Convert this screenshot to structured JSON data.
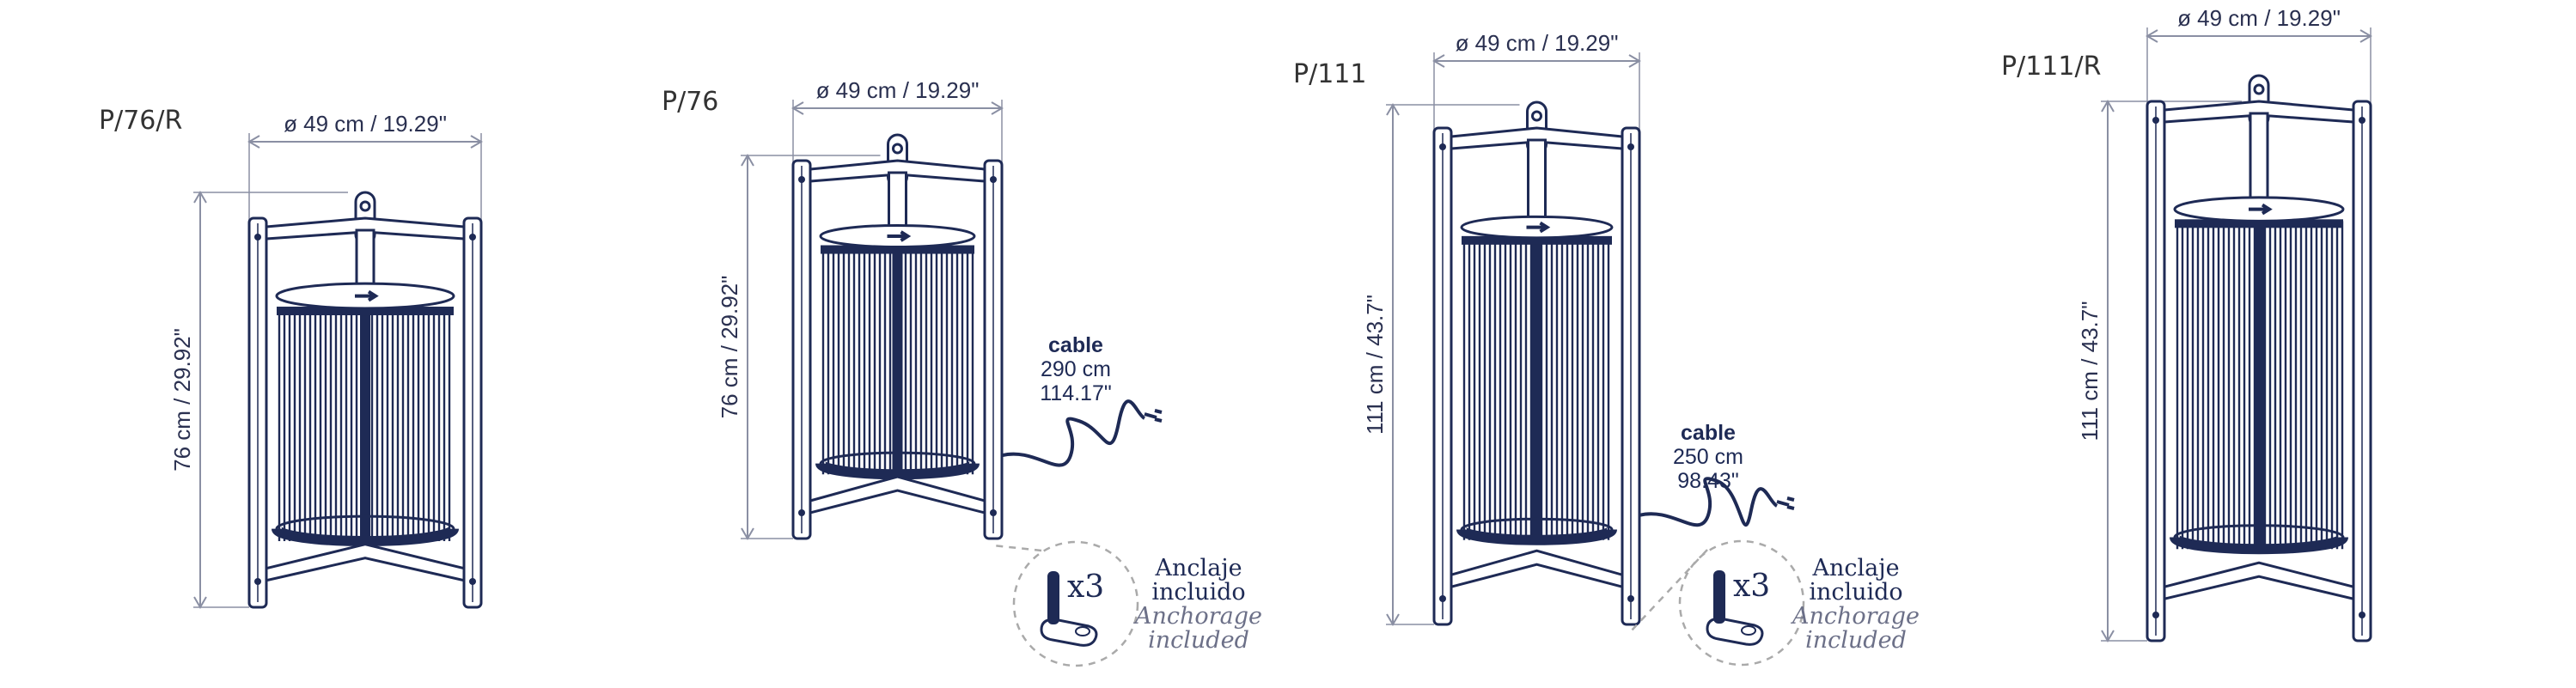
{
  "colors": {
    "navy": "#1e2a55",
    "dimension": "#8a8fa3"
  },
  "lamps": [
    {
      "model": "P/76/R",
      "width_label": "ø 49 cm / 19.29\"",
      "height_label": "76 cm / 29.92\""
    },
    {
      "model": "P/76",
      "width_label": "ø 49 cm / 19.29\"",
      "height_label": "76 cm / 29.92\"",
      "cable": {
        "title": "cable",
        "metric": "290 cm",
        "imperial": "114.17\""
      },
      "anchorage": {
        "count": "x3",
        "es_line1": "Anclaje",
        "es_line2": "incluido",
        "en_line1": "Anchorage",
        "en_line2": "included"
      }
    },
    {
      "model": "P/111",
      "width_label": "ø 49 cm / 19.29\"",
      "height_label": "111 cm / 43.7\"",
      "cable": {
        "title": "cable",
        "metric": "250 cm",
        "imperial": "98.43\""
      },
      "anchorage": {
        "count": "x3",
        "es_line1": "Anclaje",
        "es_line2": "incluido",
        "en_line1": "Anchorage",
        "en_line2": "included"
      }
    },
    {
      "model": "P/111/R",
      "width_label": "ø 49 cm / 19.29\"",
      "height_label": "111 cm / 43.7\""
    }
  ]
}
